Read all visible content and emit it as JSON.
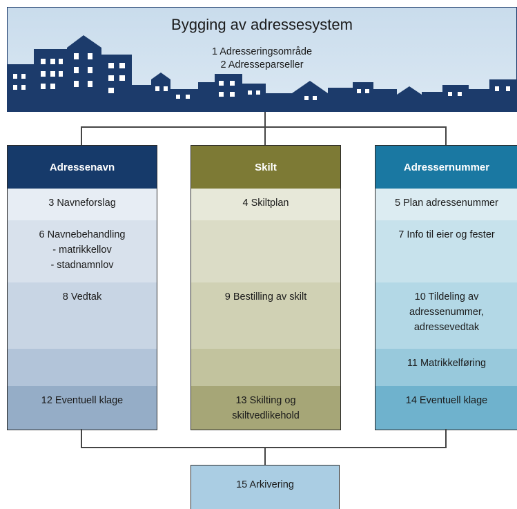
{
  "header": {
    "title": "Bygging av adressesystem",
    "line1": "1 Adresseringsområde",
    "line2": "2 Adresseparseller"
  },
  "columns": [
    {
      "heading": "Adressenavn",
      "cells": [
        "3 Navneforslag",
        "6 Navnebehandling\n- matrikkellov\n- stadnamnlov",
        "8 Vedtak",
        "",
        "12 Eventuell klage"
      ]
    },
    {
      "heading": "Skilt",
      "cells": [
        "4 Skiltplan",
        "",
        "9 Bestilling av skilt",
        "",
        "13 Skilting og\nskiltvedlikehold"
      ]
    },
    {
      "heading": "Adressernummer",
      "cells": [
        "5 Plan adressenummer",
        "7 Info til eier og fester",
        "10 Tildeling av\nadressenummer,\nadressevedtak",
        "11 Matrikkelføring",
        "14 Eventuell klage"
      ]
    }
  ],
  "final": {
    "label": "15 Arkivering"
  },
  "colors": {
    "navy": "#163a6a",
    "olive": "#7d7a35",
    "teal": "#1a78a2",
    "skyline": "#1c3b6b"
  }
}
